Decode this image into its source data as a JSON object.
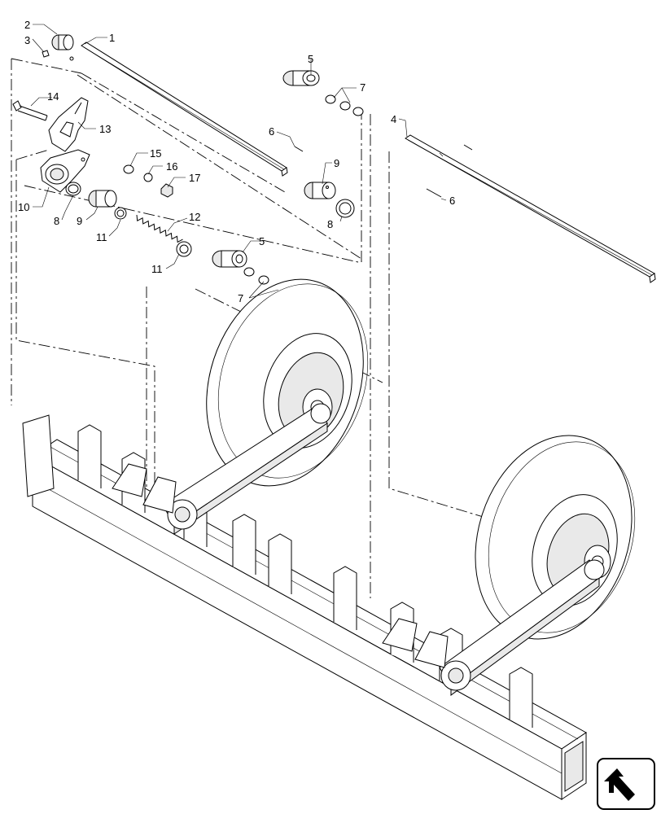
{
  "diagram": {
    "callouts": [
      {
        "id": "c1",
        "label": "1"
      },
      {
        "id": "c2",
        "label": "2"
      },
      {
        "id": "c3",
        "label": "3"
      },
      {
        "id": "c4",
        "label": "4"
      },
      {
        "id": "c5a",
        "label": "5"
      },
      {
        "id": "c5b",
        "label": "5"
      },
      {
        "id": "c6a",
        "label": "6"
      },
      {
        "id": "c6b",
        "label": "6"
      },
      {
        "id": "c7a",
        "label": "7"
      },
      {
        "id": "c7b",
        "label": "7"
      },
      {
        "id": "c8a",
        "label": "8"
      },
      {
        "id": "c8b",
        "label": "8"
      },
      {
        "id": "c9a",
        "label": "9"
      },
      {
        "id": "c9b",
        "label": "9"
      },
      {
        "id": "c10",
        "label": "10"
      },
      {
        "id": "c11a",
        "label": "11"
      },
      {
        "id": "c11b",
        "label": "11"
      },
      {
        "id": "c12",
        "label": "12"
      },
      {
        "id": "c13",
        "label": "13"
      },
      {
        "id": "c14",
        "label": "14"
      },
      {
        "id": "c15",
        "label": "15"
      },
      {
        "id": "c16",
        "label": "16"
      },
      {
        "id": "c17",
        "label": "17"
      }
    ],
    "icons": {
      "nav_arrow": "back-arrow-icon"
    }
  }
}
